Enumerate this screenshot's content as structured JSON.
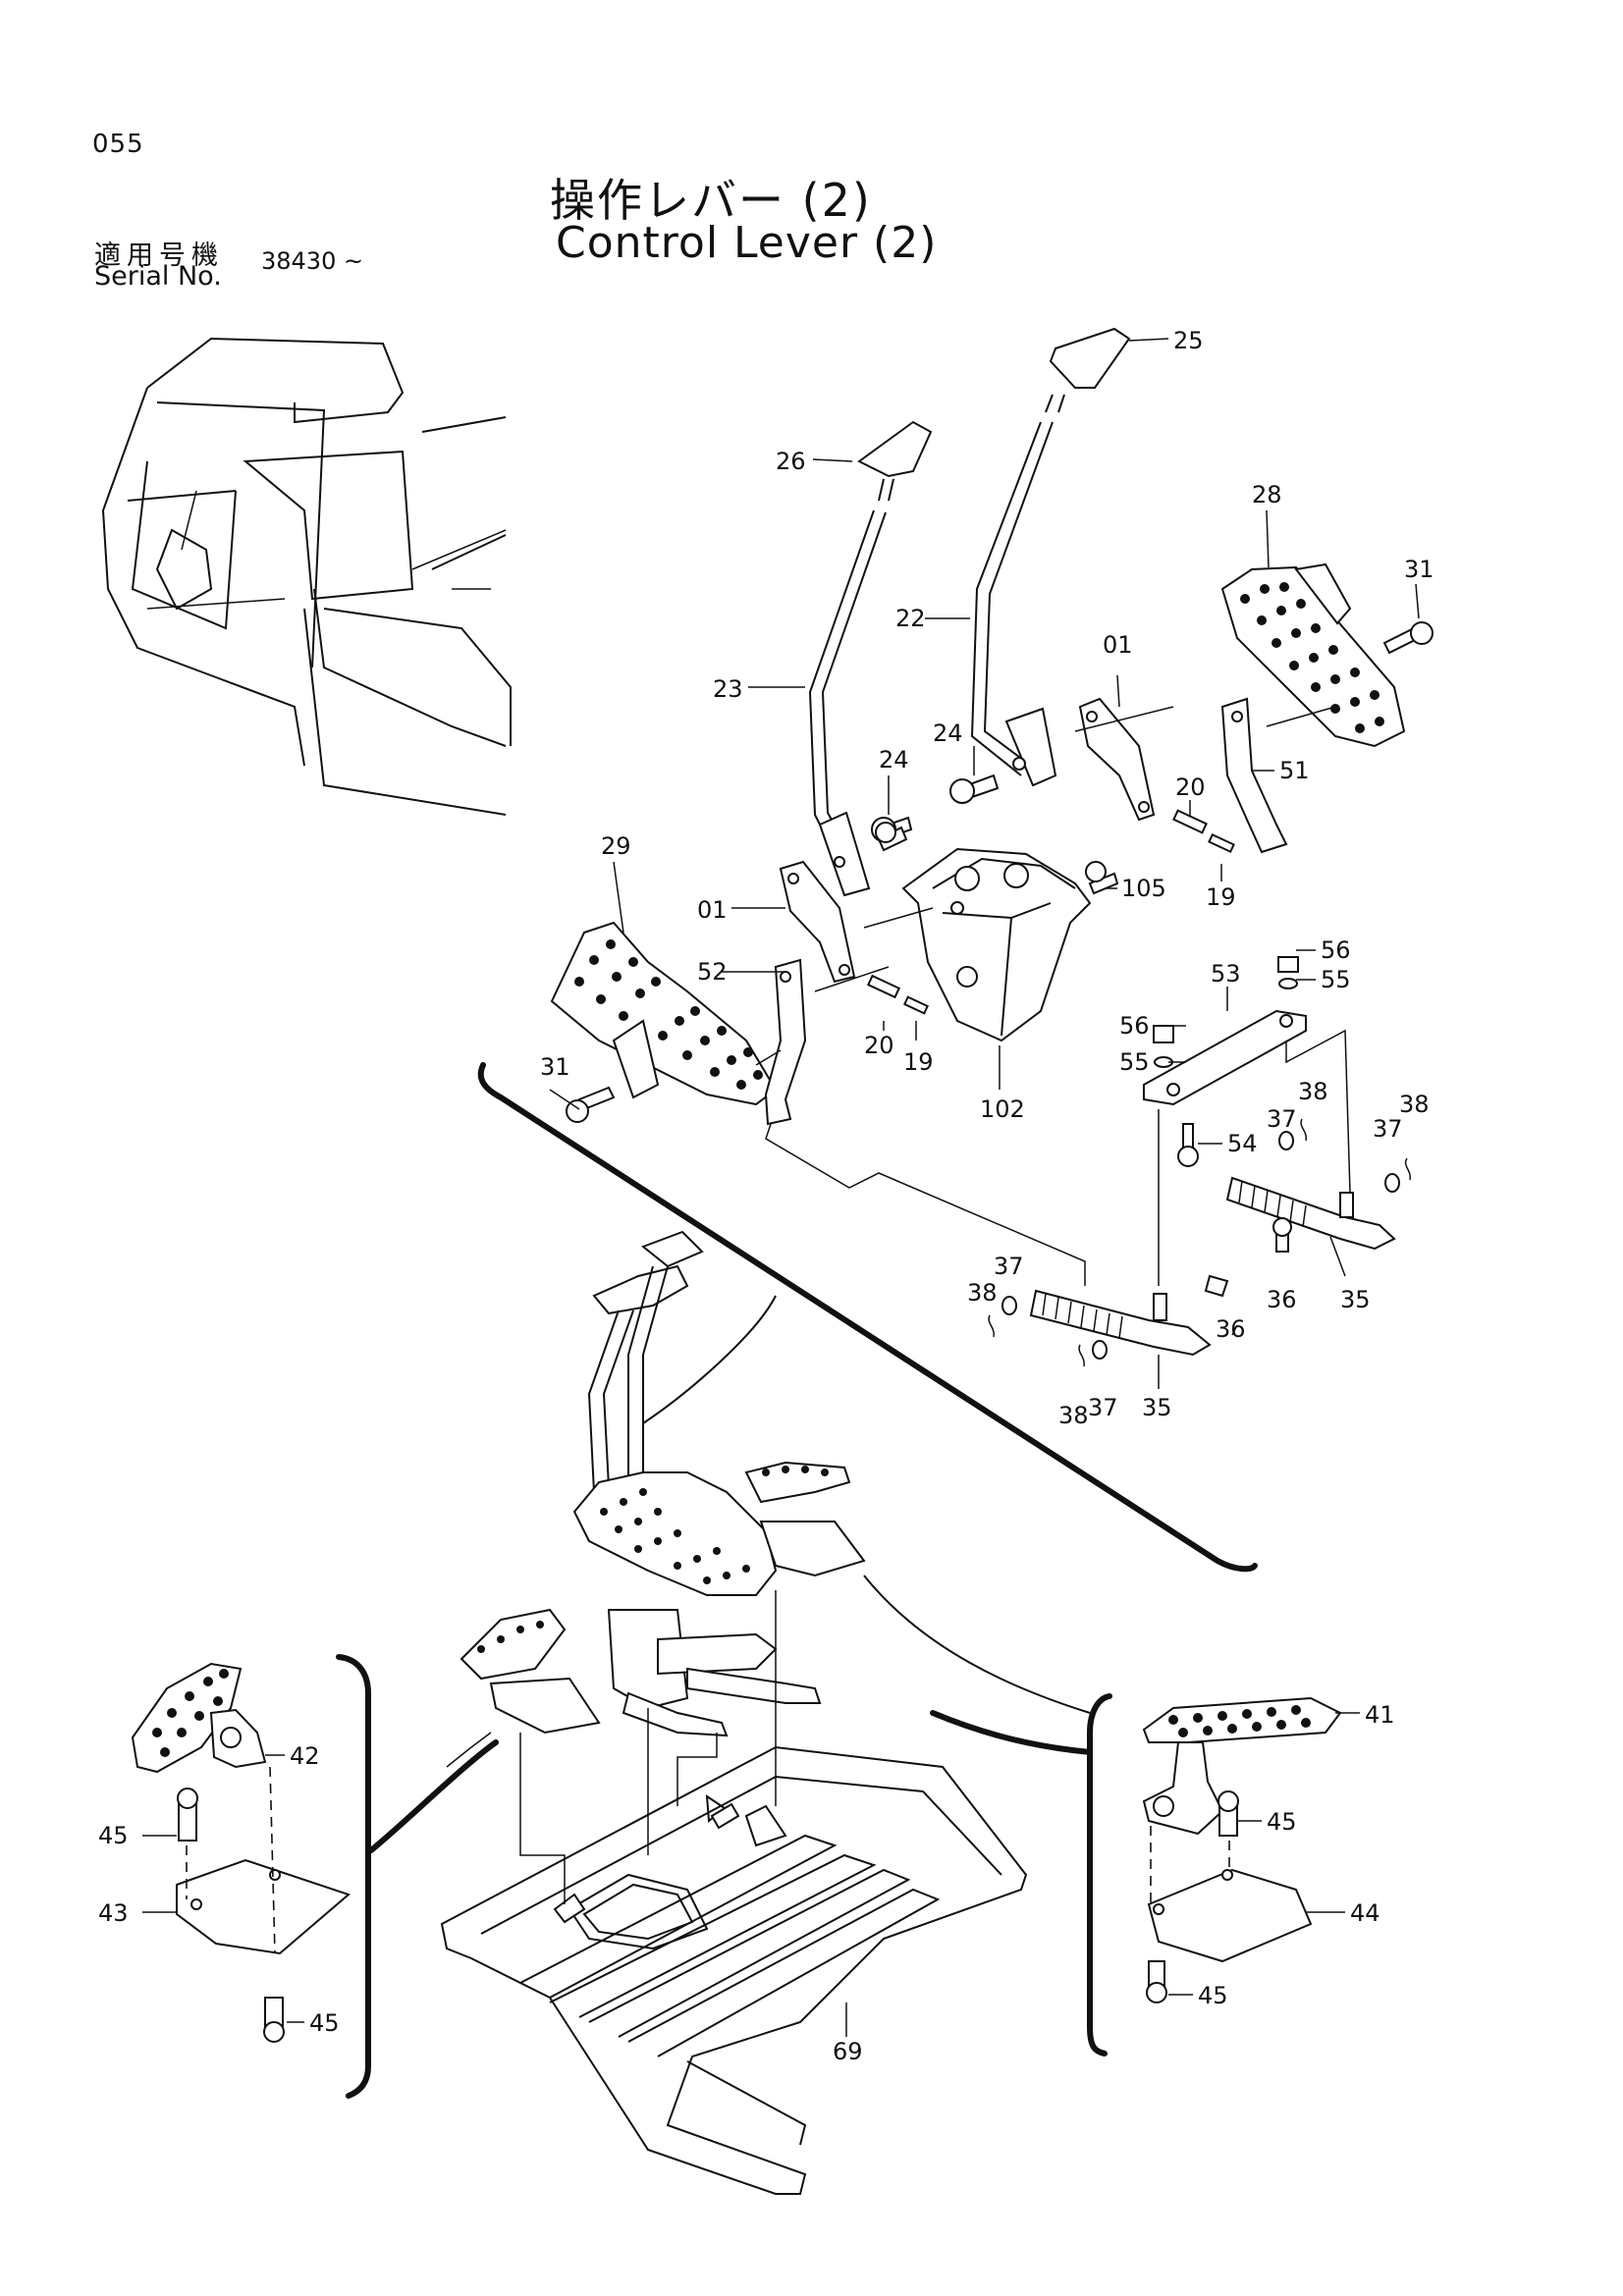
{
  "header": {
    "page_number": "055",
    "title_jp": "操作レバー (2)",
    "title_en": "Control Lever (2)",
    "serial_label_jp": "適用号機",
    "serial_label_en": "Serial No.",
    "serial_value": "38430 ~"
  },
  "callouts": {
    "c25": "25",
    "c26": "26",
    "c28": "28",
    "c31a": "31",
    "c22": "22",
    "c01a": "01",
    "c23": "23",
    "c24a": "24",
    "c24b": "24",
    "c51": "51",
    "c20a": "20",
    "c105": "105",
    "c19a": "19",
    "c29": "29",
    "c01b": "01",
    "c56a": "56",
    "c55a": "55",
    "c52": "52",
    "c53": "53",
    "c56b": "56",
    "c55b": "55",
    "c20b": "20",
    "c19b": "19",
    "c31b": "31",
    "c102": "102",
    "c38a": "38",
    "c38b": "38",
    "c37a": "37",
    "c37b": "37",
    "c54": "54",
    "c36a": "36",
    "c35a": "35",
    "c37c": "37",
    "c38c": "38",
    "c36b": "36",
    "c38d": "38",
    "c37d": "37",
    "c35b": "35",
    "c41": "41",
    "c42": "42",
    "c45a": "45",
    "c43": "43",
    "c45b": "45",
    "c45c": "45",
    "c44": "44",
    "c45d": "45",
    "c69": "69"
  }
}
